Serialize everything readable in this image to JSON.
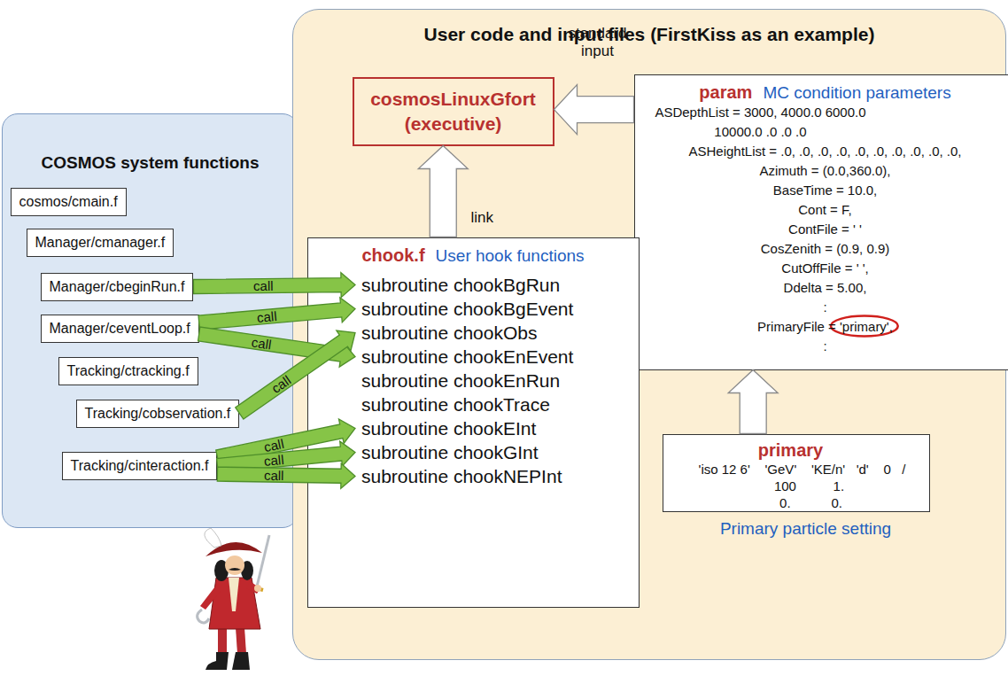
{
  "diagram": {
    "nodes": [
      {
        "text": [
          "COSMOS system functions"
        ]
      },
      {
        "text": [
          "cosmos/cmain.f"
        ],
        "in": 0
      },
      {
        "text": [
          "Manager/cmanager.f"
        ],
        "in": 0
      },
      {
        "text": [
          "Manager/cbeginRun.f"
        ],
        "in": 0
      },
      {
        "text": [
          "Manager/ceventLoop.f"
        ],
        "in": 0
      },
      {
        "text": [
          "Tracking/ctracking.f"
        ],
        "in": 0
      },
      {
        "text": [
          "Tracking/cobservation.f"
        ],
        "in": 0
      },
      {
        "text": [
          "Tracking/cinteraction.f"
        ],
        "in": 0
      },
      {
        "text": [
          "User code and input files (FirstKiss as an example)"
        ]
      },
      {
        "text": [
          "cosmosLinuxGfort (executive)"
        ],
        "in": 8
      },
      {
        "text": [
          "param",
          "MC condition parameters",
          "ASDepthList = 3000, 4000.0 6000.0 10000.0 .0 .0 .0",
          "ASHeightList = .0, .0, .0, .0, .0, .0, .0, .0, .0, .0,",
          "Azimuth = (0.0,360.0),",
          "BaseTime = 10.0,",
          "Cont = F,",
          "ContFile = ' '",
          "CosZenith = (0.9, 0.9)",
          "CutOffFile = ' ',",
          "Ddelta = 5.00,",
          ":",
          "PrimaryFile = 'primary',",
          ":"
        ],
        "in": 8
      },
      {
        "text": [
          "chook.f",
          "User hook functions"
        ],
        "in": 8
      },
      {
        "text": [
          "subroutine chookBgRun"
        ],
        "in": 11
      },
      {
        "text": [
          "subroutine chookBgEvent"
        ],
        "in": 11
      },
      {
        "text": [
          "subroutine chookObs"
        ],
        "in": 11
      },
      {
        "text": [
          "subroutine chookEnEvent"
        ],
        "in": 11
      },
      {
        "text": [
          "subroutine chookEnRun"
        ],
        "in": 11
      },
      {
        "text": [
          "subroutine chookTrace"
        ],
        "in": 11
      },
      {
        "text": [
          "subroutine chookEInt"
        ],
        "in": 11
      },
      {
        "text": [
          "subroutine chookGInt"
        ],
        "in": 11
      },
      {
        "text": [
          "subroutine chookNEPInt"
        ],
        "in": 11
      },
      {
        "text": [
          "primary",
          "'iso 12 6'    'GeV'    'KE/n'   'd'    0   /",
          "100          1.",
          "0.           0.",
          "Primary particle setting"
        ],
        "in": 8
      }
    ],
    "edges": [
      {
        "from": 10,
        "to": 9,
        "arrow": "to",
        "label": "standard input"
      },
      {
        "from": 11,
        "to": 9,
        "arrow": "to",
        "label": "link"
      },
      {
        "from": 21,
        "to": 10,
        "arrow": "to"
      },
      {
        "from": 3,
        "to": 12,
        "arrow": "to",
        "label": "call"
      },
      {
        "from": 4,
        "to": 13,
        "arrow": "to",
        "label": "call"
      },
      {
        "from": 4,
        "to": 15,
        "arrow": "to",
        "label": "call"
      },
      {
        "from": 6,
        "to": 14,
        "arrow": "to",
        "label": "call"
      },
      {
        "from": 7,
        "to": 18,
        "arrow": "to",
        "label": "call"
      },
      {
        "from": 7,
        "to": 19,
        "arrow": "to",
        "label": "call"
      },
      {
        "from": 7,
        "to": 20,
        "arrow": "to",
        "label": "call"
      }
    ]
  }
}
